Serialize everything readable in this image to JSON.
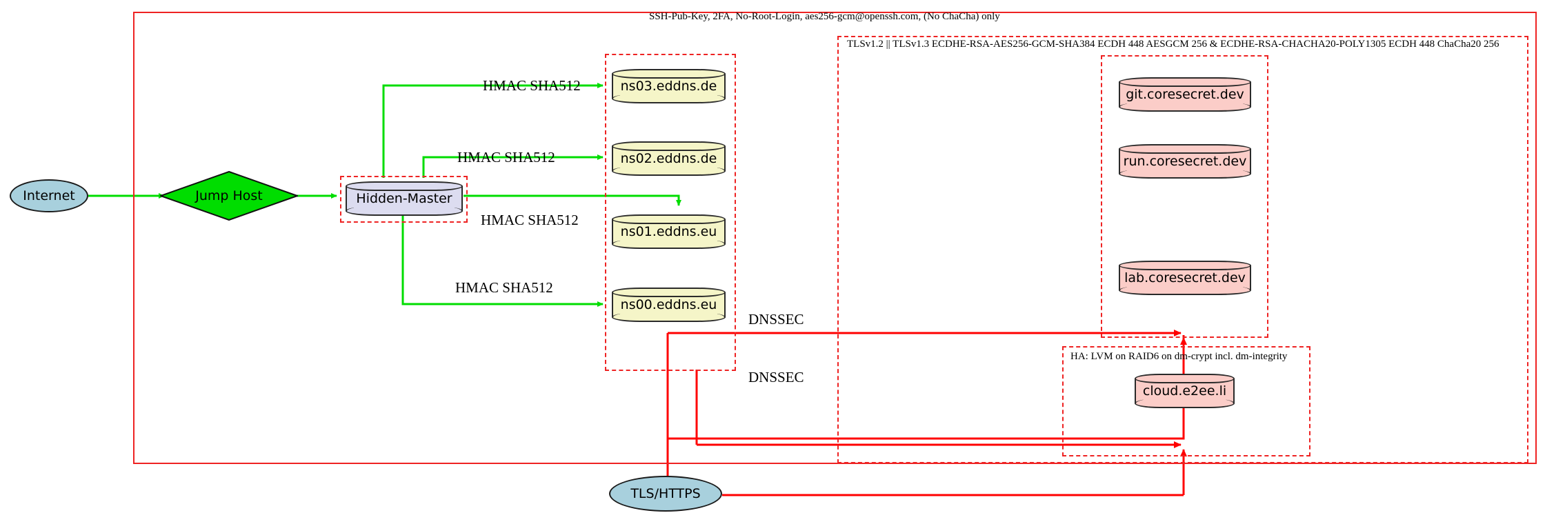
{
  "diagram": {
    "title_note": "SSH-Pub-Key, 2FA, No-Root-Login, aes256-gcm@openssh.com, (No ChaCha) only",
    "tls_note": "TLSv1.2 || TLSv1.3 ECDHE-RSA-AES256-GCM-SHA384 ECDH 448 AESGCM 256 & ECDHE-RSA-CHACHA20-POLY1305 ECDH 448 ChaCha20 256",
    "ha_note": "HA: LVM on RAID6 on dm-crypt incl. dm-integrity",
    "colors": {
      "boundary_red": "#ee2222",
      "link_green": "#00dd00",
      "link_red": "#ff0000",
      "internet_fill": "#a8d0dd",
      "jumphost_fill": "#00dd00",
      "dns_fill": "#f5f5c8",
      "service_fill": "#fbcdc8",
      "master_fill": "#dcdcf0"
    },
    "nodes": {
      "internet": "Internet",
      "jump_host": "Jump Host",
      "hidden_master": "Hidden-Master",
      "tls_https": "TLS/HTTPS",
      "ns03": "ns03.eddns.de",
      "ns02": "ns02.eddns.de",
      "ns01": "ns01.eddns.eu",
      "ns00": "ns00.eddns.eu",
      "git": "git.coresecret.dev",
      "run": "run.coresecret.dev",
      "lab": "lab.coresecret.dev",
      "cloud": "cloud.e2ee.li"
    },
    "edge_labels": {
      "hmac_ns03": "HMAC SHA512",
      "hmac_ns02": "HMAC SHA512",
      "hmac_ns01": "HMAC SHA512",
      "hmac_ns00": "HMAC SHA512",
      "dnssec_upper": "DNSSEC",
      "dnssec_lower": "DNSSEC"
    }
  }
}
